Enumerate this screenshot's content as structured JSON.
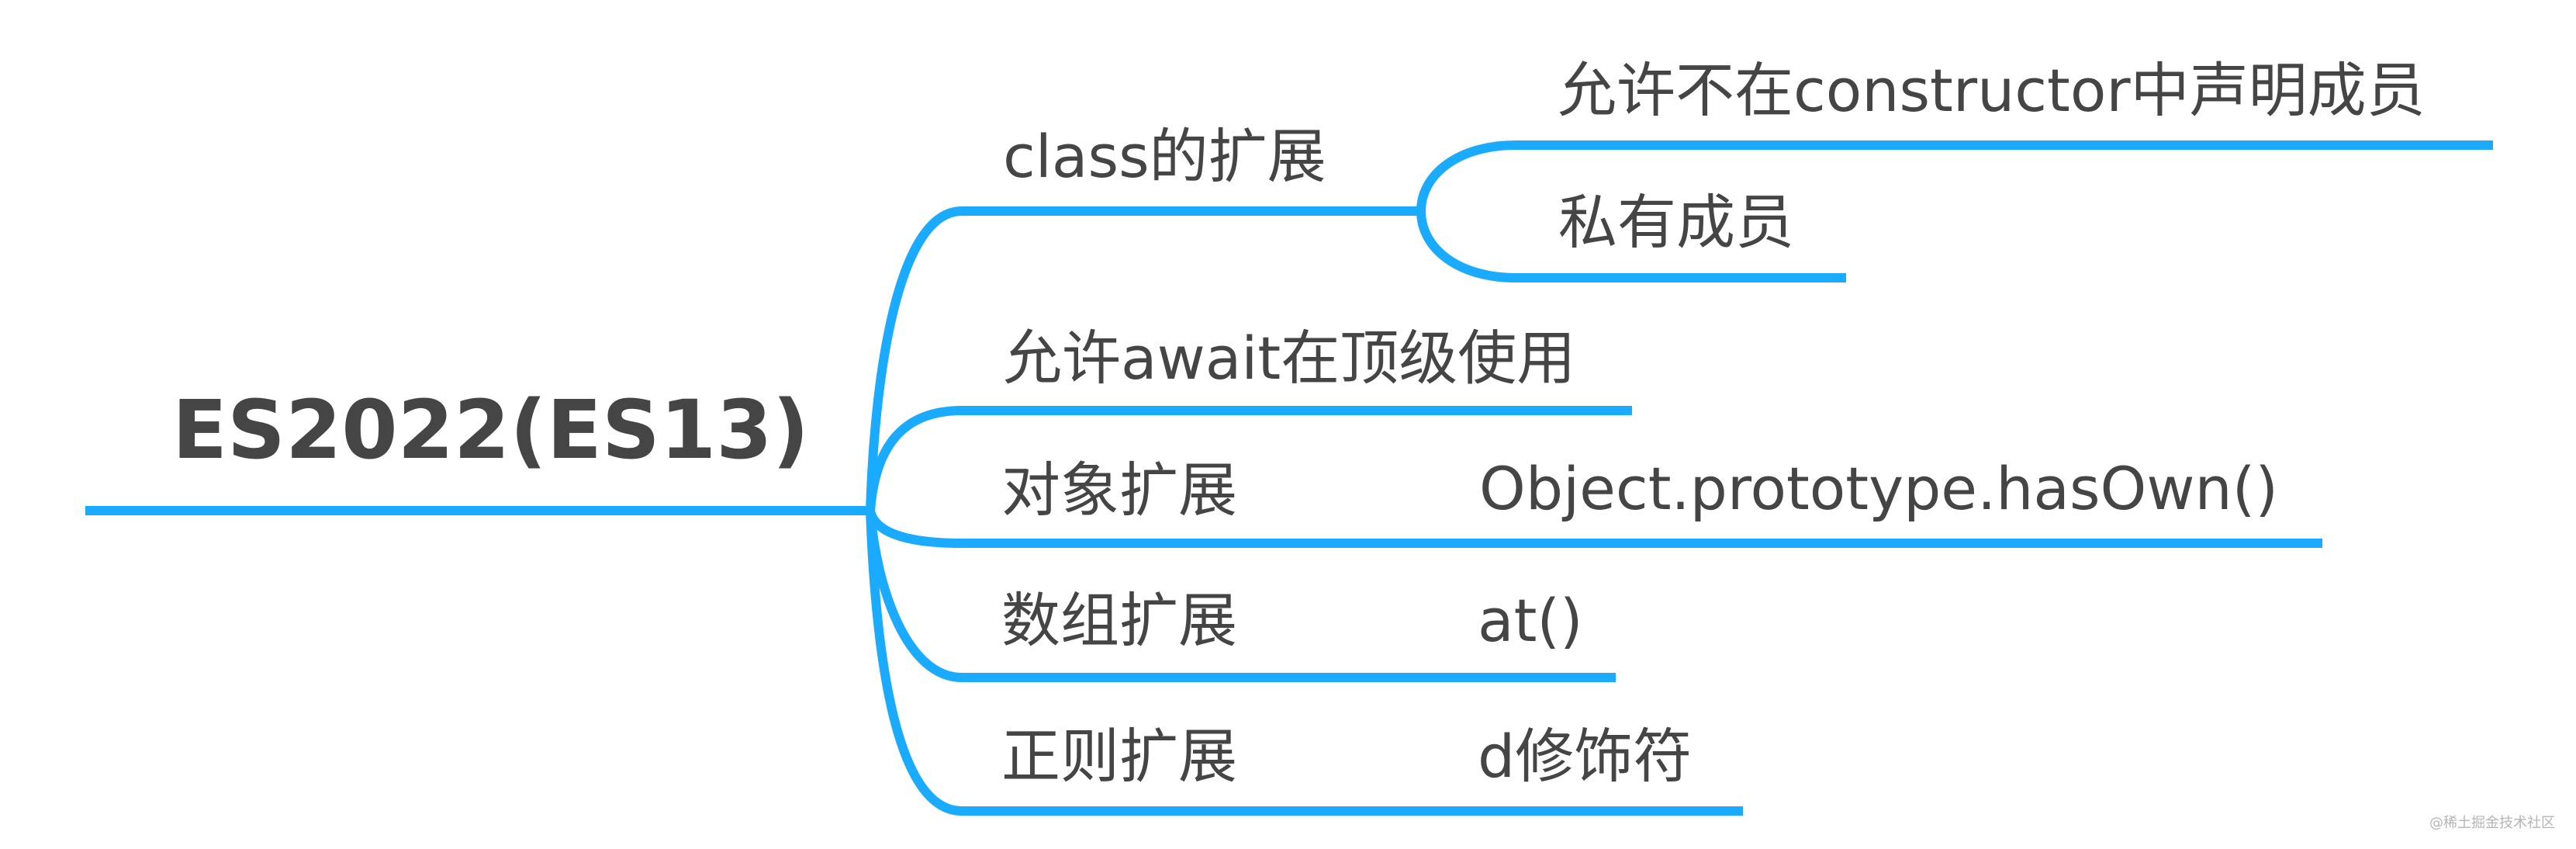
{
  "diagram": {
    "type": "mind-map",
    "line_color": "#1aabff",
    "text_color": "#454545",
    "root": {
      "label": "ES2022(ES13)"
    },
    "branches": [
      {
        "label": "class的扩展",
        "children": [
          {
            "label": "允许不在constructor中声明成员"
          },
          {
            "label": "私有成员"
          }
        ]
      },
      {
        "label": "允许await在顶级使用",
        "children": []
      },
      {
        "label": "对象扩展",
        "children": [
          {
            "label": "Object.prototype.hasOwn()"
          }
        ]
      },
      {
        "label": "数组扩展",
        "children": [
          {
            "label": "at()"
          }
        ]
      },
      {
        "label": "正则扩展",
        "children": [
          {
            "label": "d修饰符"
          }
        ]
      }
    ]
  },
  "watermark": {
    "text": "@稀土掘金技术社区"
  }
}
